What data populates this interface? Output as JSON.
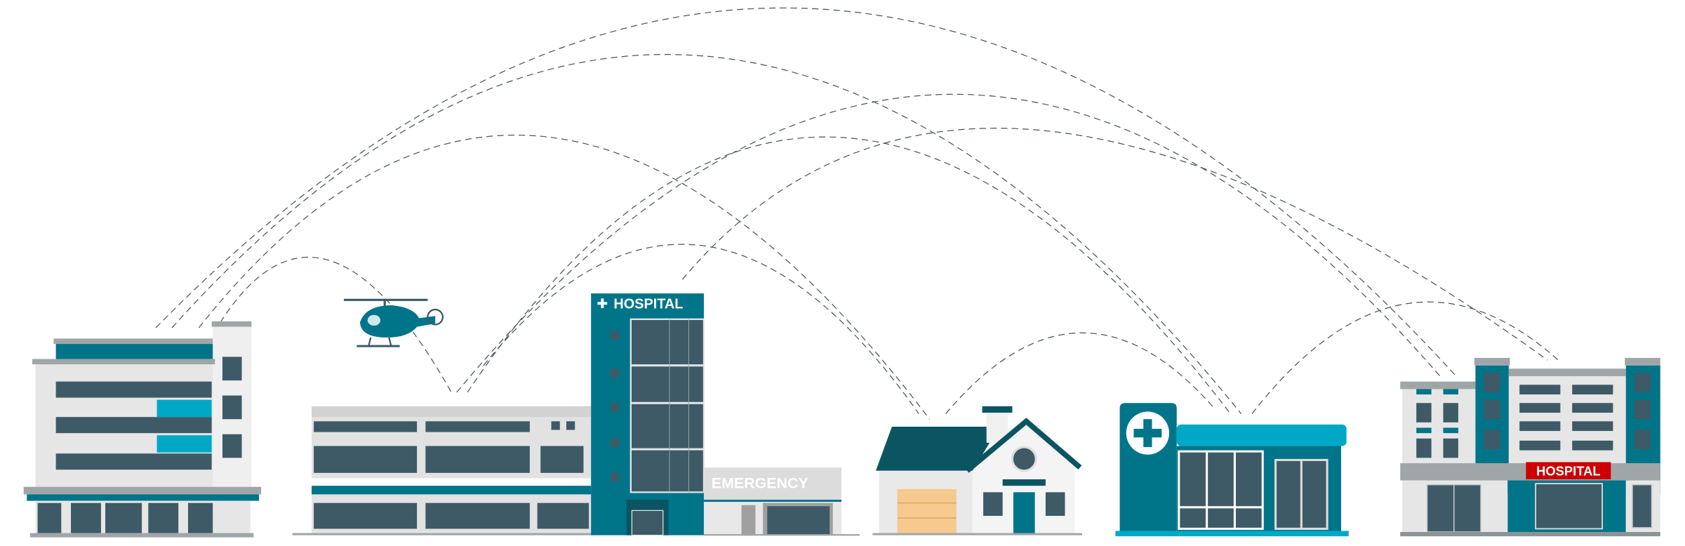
{
  "tower_sign": "HOSPITAL",
  "emergency_sign": "EMERGENCY",
  "right_hospital_sign": "HOSPITAL",
  "colors": {
    "teal": "#007489",
    "cyan": "#00a8c6",
    "window": "#3e5a66",
    "light_gray": "#e6e6e6",
    "gray": "#a0a6a8",
    "red_sign": "#cc0000",
    "garage": "#f6c98f"
  }
}
